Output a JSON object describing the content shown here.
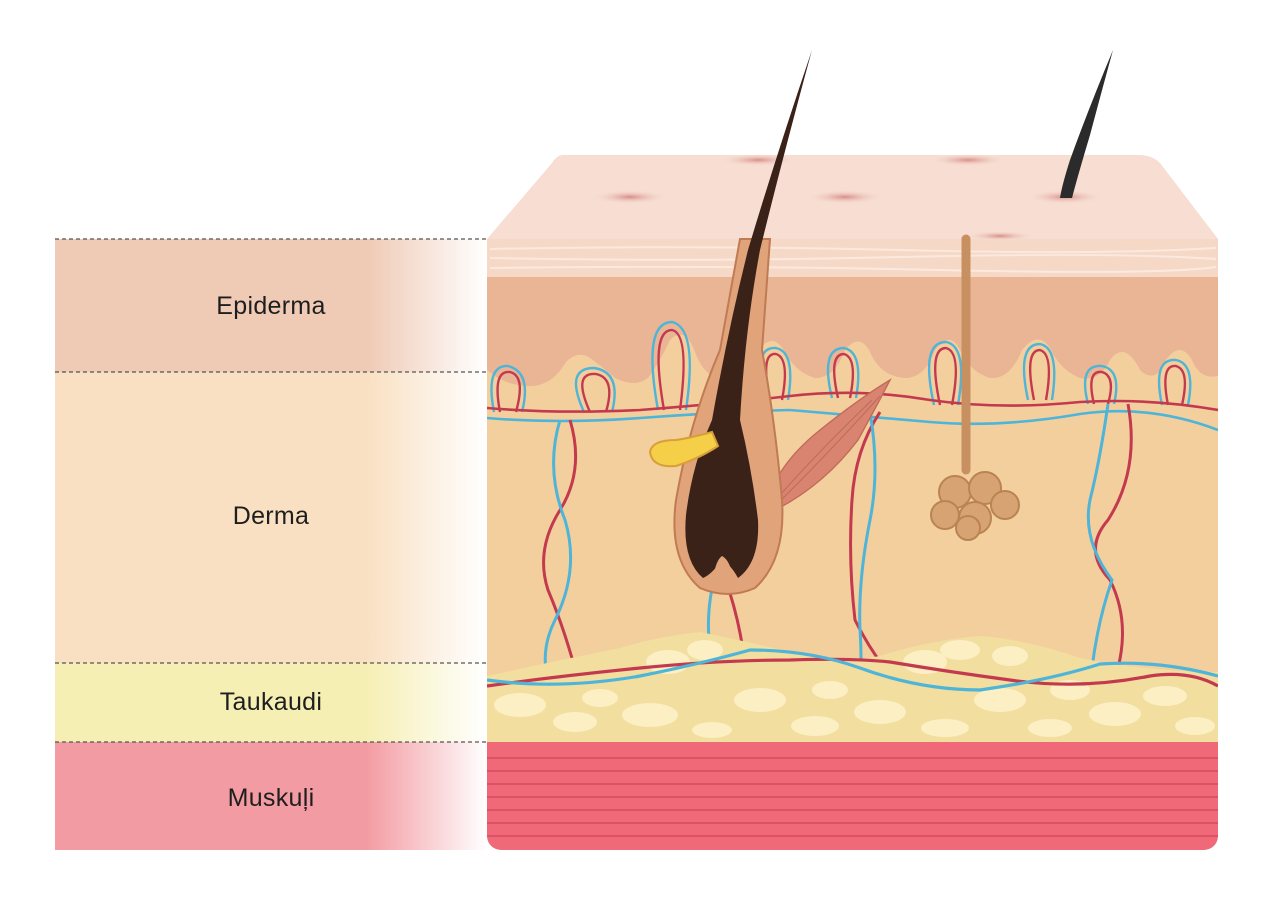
{
  "layers": [
    {
      "key": "epidermis",
      "label": "Epiderma",
      "color": "#efcab5"
    },
    {
      "key": "dermis",
      "label": "Derma",
      "color": "#f9e0c2"
    },
    {
      "key": "fat",
      "label": "Taukaudi",
      "color": "#f6efb4"
    },
    {
      "key": "muscle",
      "label": "Muskuļi",
      "color": "#f39ba2"
    }
  ],
  "colors": {
    "skin_surface": "#f7ddd2",
    "epidermis_block": "#e9b594",
    "dermis_block": "#f3cf9e",
    "fat_block": "#f2de9f",
    "fat_lobule": "#fbefc3",
    "muscle_block": "#ef6978",
    "artery": "#c33a4e",
    "vein": "#4eb4d8",
    "hair": "#3a2219",
    "gland": "#c89060"
  }
}
